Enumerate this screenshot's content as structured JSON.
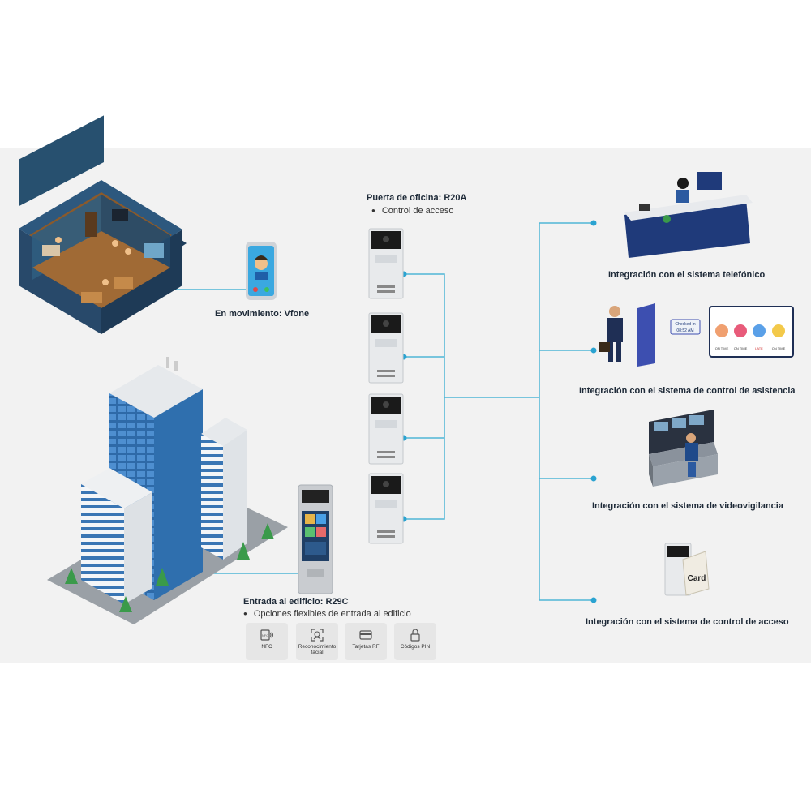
{
  "devices": {
    "office_door": {
      "title": "Puerta de oficina: R20A",
      "bullet": "Control de acceso"
    },
    "mobile": {
      "title": "En movimiento: Vfone"
    },
    "building_entrance": {
      "title": "Entrada al edificio: R29C",
      "bullet": "Opciones flexibles de entrada al edificio",
      "features": [
        {
          "label": "NFC",
          "icon": "nfc-icon"
        },
        {
          "label": "Reconocimiento facial",
          "icon": "face-recognition-icon"
        },
        {
          "label": "Tarjetas RF",
          "icon": "rf-card-icon"
        },
        {
          "label": "Códigos PIN",
          "icon": "pin-lock-icon"
        }
      ]
    }
  },
  "integrations": [
    {
      "label": "Integración con el sistema telefónico"
    },
    {
      "label": "Integración con el sistema de control de asistencia"
    },
    {
      "label": "Integración con el sistema de videovigilancia"
    },
    {
      "label": "Integración con el sistema de control de acceso"
    }
  ],
  "illustration_text": {
    "nfc": "NFC",
    "checked_in": "Checked In",
    "checked_time": "08:52 AM",
    "on_time": "ON TIME",
    "late": "LATE",
    "card": "Card"
  },
  "colors": {
    "line": "#4fb6d6",
    "dot": "#2aa3d1",
    "panel_bg": "#f2f2f2",
    "text": "#1e2a38"
  }
}
